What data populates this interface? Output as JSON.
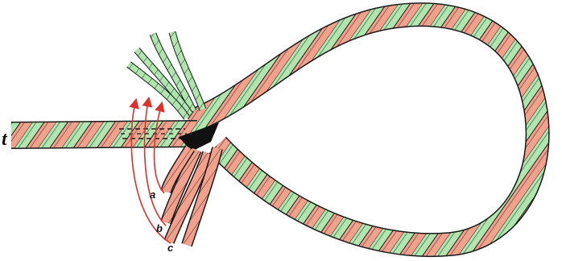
{
  "colors": {
    "strand_green": "#aee6ae",
    "strand_pink": "#f3a08c",
    "outline": "#1a1a1a",
    "tuck_arrow": "#e0302a",
    "background": "#ffffff"
  },
  "labels": {
    "rope_end": "t",
    "strand_a": "a",
    "strand_b": "b",
    "strand_c": "c"
  }
}
